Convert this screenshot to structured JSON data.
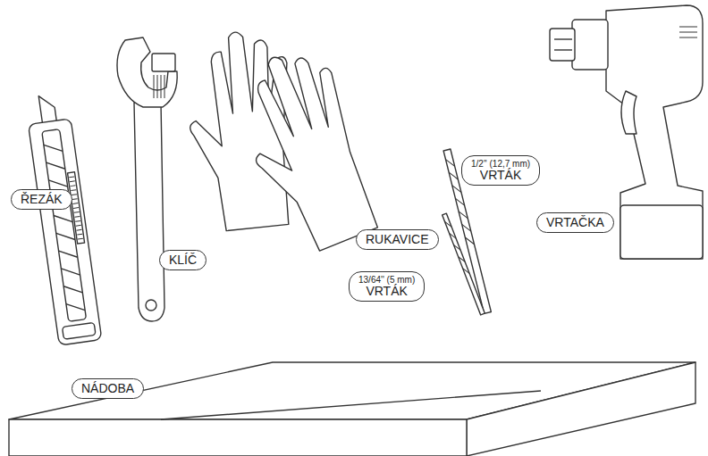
{
  "diagram": {
    "nodes": [
      {
        "text": [
          "ŘEZÁK"
        ]
      },
      {
        "text": [
          "KLÍČ"
        ]
      },
      {
        "text": [
          "RUKAVICE"
        ]
      },
      {
        "text": [
          "1/2'' (12,7 mm)",
          "VRTÁK"
        ]
      },
      {
        "text": [
          "13/64'' (5 mm)",
          "VRTÁK"
        ]
      },
      {
        "text": [
          "VRTAČKA"
        ]
      },
      {
        "text": [
          "NÁDOBA"
        ]
      }
    ]
  }
}
